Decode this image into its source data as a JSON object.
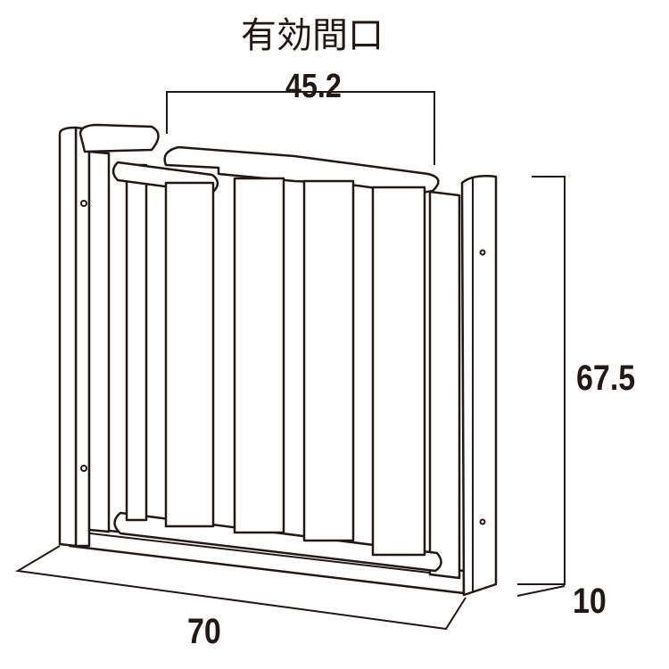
{
  "title": "有効間口",
  "dimensions": {
    "opening_width": "45.2",
    "height": "67.5",
    "depth": "10",
    "width": "70"
  }
}
